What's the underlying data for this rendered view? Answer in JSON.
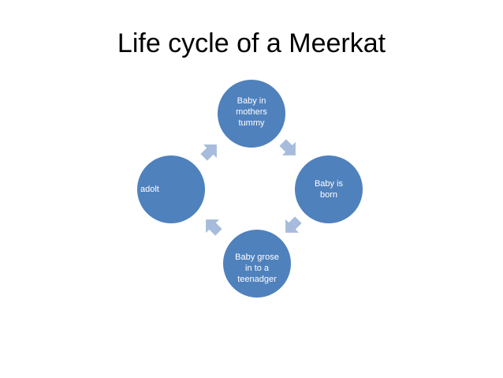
{
  "title": "Life cycle of a Meerkat",
  "colors": {
    "node_fill": "#4f81bd",
    "node_stroke": "#ffffff",
    "arrow_fill": "#a7bcdc",
    "text": "#ffffff",
    "background": "#ffffff"
  },
  "cycle": {
    "nodes": [
      {
        "label": "Baby in\nmothers\ntummy"
      },
      {
        "label": "Baby is\nborn"
      },
      {
        "label": "Baby grose\nin to a\nteenadger"
      },
      {
        "label": "adolt"
      }
    ],
    "arrows": [
      "arrow-icon",
      "arrow-icon",
      "arrow-icon",
      "arrow-icon"
    ]
  }
}
